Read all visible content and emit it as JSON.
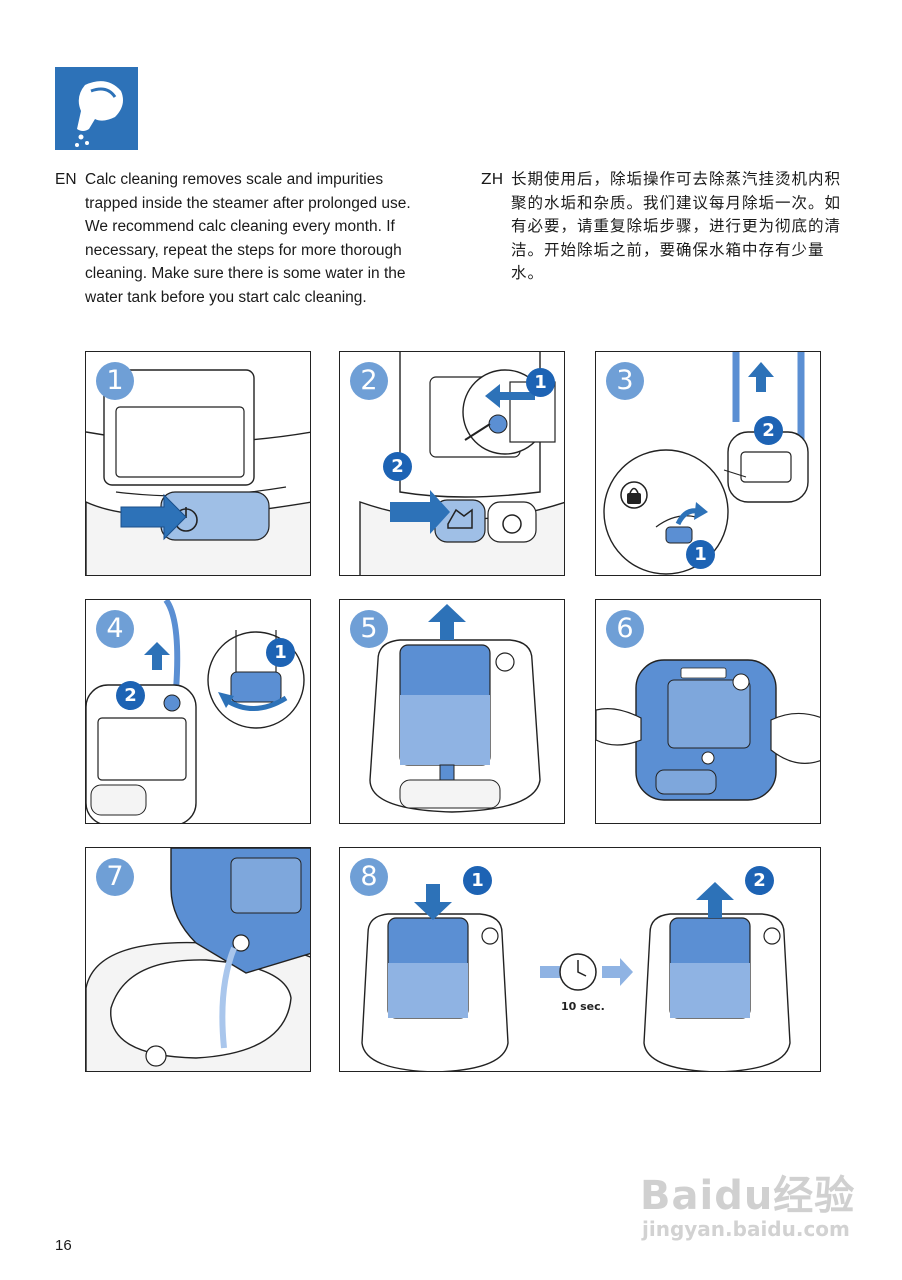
{
  "intro": {
    "icon": "descaling-water-tank-icon",
    "en": {
      "lang_code": "EN",
      "text": "Calc cleaning removes scale and impurities trapped inside the steamer after prolonged use. We recommend calc cleaning every month. If necessary, repeat the steps for more thorough cleaning. Make sure there is some water in the water tank before you start calc cleaning."
    },
    "zh": {
      "lang_code": "ZH",
      "text": "长期使用后，除垢操作可去除蒸汽挂烫机内积聚的水垢和杂质。我们建议每月除垢一次。如有必要，请重复除垢步骤，进行更为彻底的清洁。开始除垢之前，要确保水箱中存有少量水。"
    }
  },
  "steps": [
    {
      "number": "1",
      "badges": []
    },
    {
      "number": "2",
      "badges": [
        "1",
        "2"
      ]
    },
    {
      "number": "3",
      "badges": [
        "2",
        "1"
      ]
    },
    {
      "number": "4",
      "badges": [
        "2",
        "1"
      ]
    },
    {
      "number": "5",
      "badges": []
    },
    {
      "number": "6",
      "badges": []
    },
    {
      "number": "7",
      "badges": []
    },
    {
      "number": "8",
      "badges": [
        "1",
        "2"
      ],
      "timer_label": "10 sec."
    }
  ],
  "colors": {
    "accent": "#2d72b8",
    "step_circle": "#6f9fd6",
    "badge": "#1d63b4",
    "tank": "#5b8fd3"
  },
  "page_number": "16",
  "watermark": {
    "brand": "Baidu经验",
    "url": "jingyan.baidu.com"
  }
}
